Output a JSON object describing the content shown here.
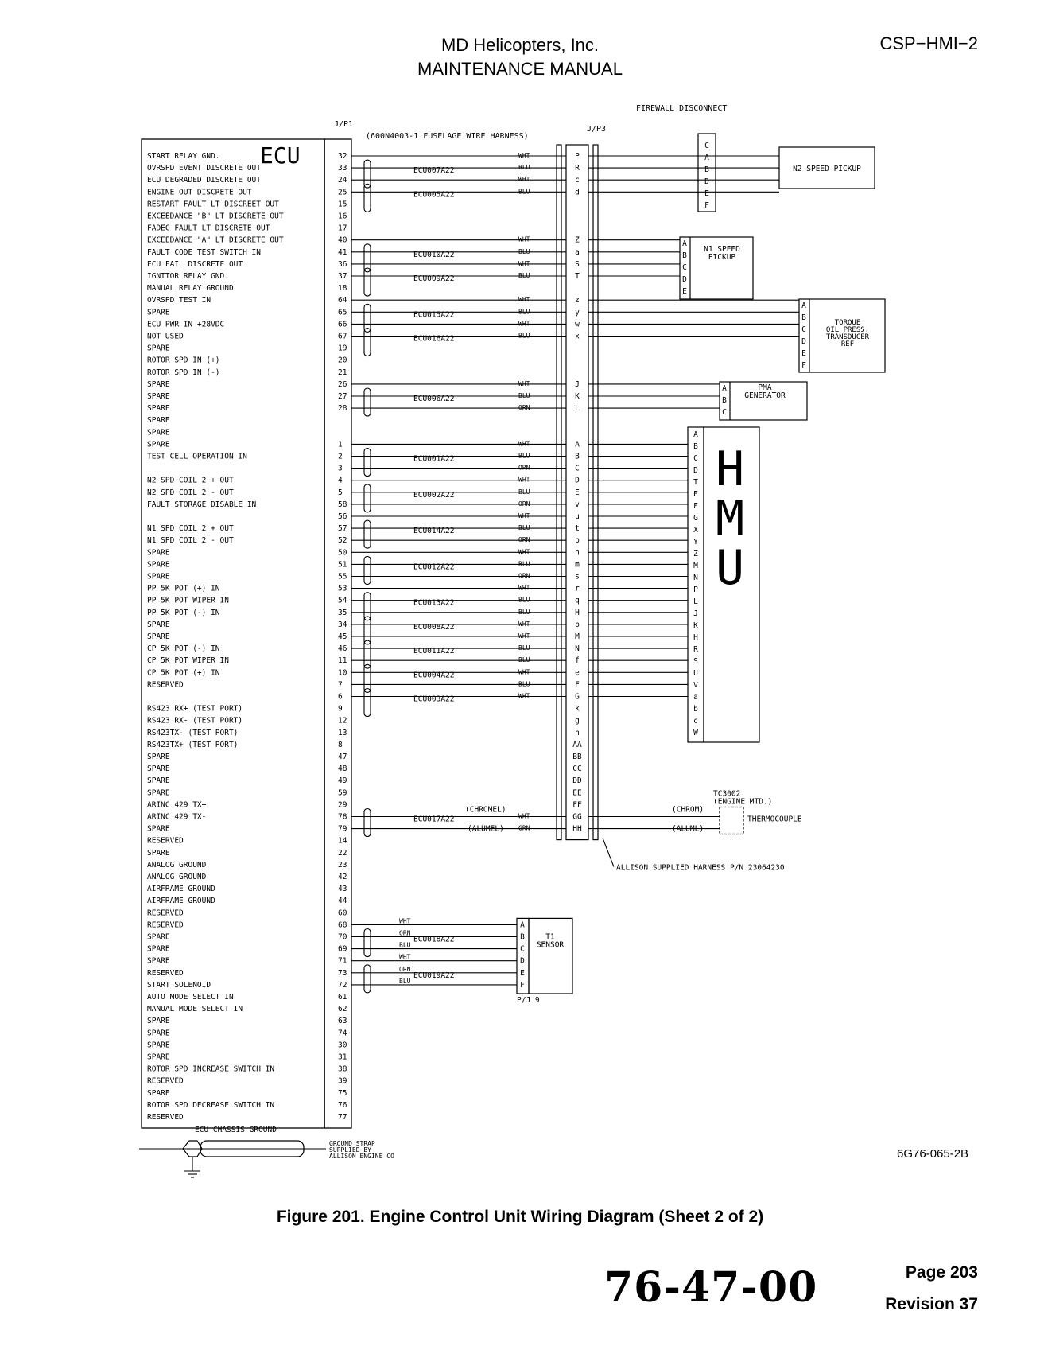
{
  "header": {
    "company": "MD Helicopters, Inc.",
    "manual": "MAINTENANCE MANUAL",
    "doc_id": "CSP−HMI−2"
  },
  "diagram": {
    "figure_id": "6G76-065-2B",
    "ecu_label": "ECU",
    "jp1_label": "J/P1",
    "harness_label": "(600N4003-1 FUSELAGE WIRE HARNESS)",
    "jp3_label": "J/P3",
    "firewall_label": "FIREWALL DISCONNECT",
    "allison_label": "ALLISON SUPPLIED HARNESS P/N 23064230",
    "ground_strap_label": "GROUND STRAP SUPPLIED BY ALLISON ENGINE CO",
    "chassis_ground": "ECU CHASSIS GROUND",
    "pj9_label": "P/J 9",
    "hmu_label": "HMU",
    "tc_label": "TC3002 (ENGINE MTD.)",
    "thermocouple_label": "THERMOCOUPLE",
    "chrom_label": "(CHROM)",
    "alum_label": "(ALUML)",
    "chromel_label": "(CHROMEL)",
    "alumel_label": "(ALUMEL)",
    "ecu_rows": [
      {
        "label": "START RELAY GND.",
        "pin": "32"
      },
      {
        "label": "OVRSPD EVENT DISCRETE OUT",
        "pin": "33"
      },
      {
        "label": "ECU DEGRADED DISCRETE OUT",
        "pin": "24"
      },
      {
        "label": "ENGINE OUT DISCRETE OUT",
        "pin": "25"
      },
      {
        "label": "RESTART FAULT LT DISCREET OUT",
        "pin": "15"
      },
      {
        "label": "EXCEEDANCE \"B\" LT DISCRETE OUT",
        "pin": "16"
      },
      {
        "label": "FADEC FAULT LT DISCRETE OUT",
        "pin": "17"
      },
      {
        "label": "EXCEEDANCE \"A\" LT DISCRETE OUT",
        "pin": "40"
      },
      {
        "label": "FAULT CODE TEST SWITCH IN",
        "pin": "41"
      },
      {
        "label": "ECU FAIL DISCRETE OUT",
        "pin": "36"
      },
      {
        "label": "IGNITOR RELAY GND.",
        "pin": "37"
      },
      {
        "label": "MANUAL RELAY GROUND",
        "pin": "18"
      },
      {
        "label": "OVRSPD TEST IN",
        "pin": "64"
      },
      {
        "label": "SPARE",
        "pin": "65"
      },
      {
        "label": "ECU PWR IN +28VDC",
        "pin": "66"
      },
      {
        "label": "NOT USED",
        "pin": "67"
      },
      {
        "label": "SPARE",
        "pin": "19"
      },
      {
        "label": "ROTOR SPD IN (+)",
        "pin": "20"
      },
      {
        "label": "ROTOR SPD IN (-)",
        "pin": "21"
      },
      {
        "label": "SPARE",
        "pin": "26"
      },
      {
        "label": "SPARE",
        "pin": "27"
      },
      {
        "label": "SPARE",
        "pin": "28"
      },
      {
        "label": "SPARE",
        "pin": ""
      },
      {
        "label": "SPARE",
        "pin": ""
      },
      {
        "label": "SPARE",
        "pin": "1"
      },
      {
        "label": "TEST CELL OPERATION IN",
        "pin": "2"
      },
      {
        "label": "",
        "pin": "3"
      },
      {
        "label": "N2 SPD COIL 2 + OUT",
        "pin": "4"
      },
      {
        "label": "N2 SPD COIL 2 - OUT",
        "pin": "5"
      },
      {
        "label": "FAULT STORAGE DISABLE IN",
        "pin": "58"
      },
      {
        "label": "",
        "pin": "56"
      },
      {
        "label": "N1 SPD COIL 2 + OUT",
        "pin": "57"
      },
      {
        "label": "N1 SPD COIL 2 - OUT",
        "pin": "52"
      },
      {
        "label": "SPARE",
        "pin": "50"
      },
      {
        "label": "SPARE",
        "pin": "51"
      },
      {
        "label": "SPARE",
        "pin": "55"
      },
      {
        "label": "PP 5K POT (+) IN",
        "pin": "53"
      },
      {
        "label": "PP 5K POT WIPER IN",
        "pin": "54"
      },
      {
        "label": "PP 5K POT (-) IN",
        "pin": "35"
      },
      {
        "label": "SPARE",
        "pin": "34"
      },
      {
        "label": "SPARE",
        "pin": "45"
      },
      {
        "label": "CP 5K POT (-) IN",
        "pin": "46"
      },
      {
        "label": "CP 5K POT WIPER IN",
        "pin": "11"
      },
      {
        "label": "CP 5K POT (+) IN",
        "pin": "10"
      },
      {
        "label": "RESERVED",
        "pin": "7"
      },
      {
        "label": "",
        "pin": "6"
      },
      {
        "label": "RS423 RX+ (TEST PORT)",
        "pin": "9"
      },
      {
        "label": "RS423 RX- (TEST PORT)",
        "pin": "12"
      },
      {
        "label": "RS423TX- (TEST PORT)",
        "pin": "13"
      },
      {
        "label": "RS423TX+ (TEST PORT)",
        "pin": "8"
      },
      {
        "label": "SPARE",
        "pin": "47"
      },
      {
        "label": "SPARE",
        "pin": "48"
      },
      {
        "label": "SPARE",
        "pin": "49"
      },
      {
        "label": "SPARE",
        "pin": "59"
      },
      {
        "label": "ARINC 429 TX+",
        "pin": "29"
      },
      {
        "label": "ARINC 429 TX-",
        "pin": "78"
      },
      {
        "label": "SPARE",
        "pin": "79"
      },
      {
        "label": "RESERVED",
        "pin": "14"
      },
      {
        "label": "SPARE",
        "pin": "22"
      },
      {
        "label": "ANALOG GROUND",
        "pin": "23"
      },
      {
        "label": "ANALOG GROUND",
        "pin": "42"
      },
      {
        "label": "AIRFRAME GROUND",
        "pin": "43"
      },
      {
        "label": "AIRFRAME GROUND",
        "pin": "44"
      },
      {
        "label": "RESERVED",
        "pin": "60"
      },
      {
        "label": "RESERVED",
        "pin": "68"
      },
      {
        "label": "SPARE",
        "pin": "70"
      },
      {
        "label": "SPARE",
        "pin": "69"
      },
      {
        "label": "SPARE",
        "pin": "71"
      },
      {
        "label": "RESERVED",
        "pin": "73"
      },
      {
        "label": "START SOLENOID",
        "pin": "72"
      },
      {
        "label": "AUTO MODE SELECT IN",
        "pin": "61"
      },
      {
        "label": "MANUAL MODE SELECT IN",
        "pin": "62"
      },
      {
        "label": "SPARE",
        "pin": "63"
      },
      {
        "label": "SPARE",
        "pin": "74"
      },
      {
        "label": "SPARE",
        "pin": "30"
      },
      {
        "label": "SPARE",
        "pin": "31"
      },
      {
        "label": "ROTOR SPD INCREASE SWITCH IN",
        "pin": "38"
      },
      {
        "label": "RESERVED",
        "pin": "39"
      },
      {
        "label": "SPARE",
        "pin": "75"
      },
      {
        "label": "ROTOR SPD DECREASE SWITCH IN",
        "pin": "76"
      },
      {
        "label": "RESERVED",
        "pin": "77"
      }
    ],
    "cables": [
      {
        "id": "ECU007A22",
        "row": 1
      },
      {
        "id": "ECU005A22",
        "row": 3
      },
      {
        "id": "ECU010A22",
        "row": 8
      },
      {
        "id": "ECU009A22",
        "row": 10
      },
      {
        "id": "ECU015A22",
        "row": 13
      },
      {
        "id": "ECU016A22",
        "row": 15
      },
      {
        "id": "ECU006A22",
        "row": 20
      },
      {
        "id": "ECU001A22",
        "row": 25
      },
      {
        "id": "ECU002A22",
        "row": 28
      },
      {
        "id": "ECU014A22",
        "row": 31
      },
      {
        "id": "ECU012A22",
        "row": 34
      },
      {
        "id": "ECU013A22",
        "row": 37
      },
      {
        "id": "ECU008A22",
        "row": 39
      },
      {
        "id": "ECU011A22",
        "row": 41
      },
      {
        "id": "ECU004A22",
        "row": 43
      },
      {
        "id": "ECU003A22",
        "row": 45
      },
      {
        "id": "ECU017A22",
        "row": 55
      },
      {
        "id": "ECU018A22",
        "row": 65
      },
      {
        "id": "ECU019A22",
        "row": 68
      }
    ],
    "jp3_pins": [
      "P",
      "R",
      "c",
      "d",
      "",
      "",
      "",
      "Z",
      "a",
      "S",
      "T",
      "",
      "z",
      "y",
      "w",
      "x",
      "",
      "",
      "",
      "J",
      "K",
      "L",
      "",
      "",
      "A",
      "B",
      "C",
      "D",
      "E",
      "v",
      "u",
      "t",
      "p",
      "n",
      "m",
      "s",
      "r",
      "q",
      "H",
      "b",
      "M",
      "N",
      "f",
      "e",
      "F",
      "G",
      "k",
      "g",
      "h",
      "AA",
      "BB",
      "CC",
      "DD",
      "EE",
      "FF",
      "GG",
      "HH"
    ],
    "wire_colors": [
      "WHT",
      "BLU",
      "WHT",
      "BLU",
      "",
      "",
      "",
      "WHT",
      "BLU",
      "WHT",
      "BLU",
      "",
      "WHT",
      "BLU",
      "WHT",
      "BLU",
      "",
      "",
      "",
      "WHT",
      "BLU",
      "ORN",
      "",
      "",
      "WHT",
      "BLU",
      "ORN",
      "WHT",
      "BLU",
      "ORN",
      "WHT",
      "BLU",
      "ORN",
      "WHT",
      "BLU",
      "ORN",
      "WHT",
      "BLU",
      "BLU",
      "WHT",
      "WHT",
      "BLU",
      "BLU",
      "WHT",
      "BLU",
      "WHT"
    ],
    "tc_colors": [
      "WHT",
      "GRN"
    ],
    "t1_colors": [
      "WHT",
      "ORN",
      "BLU",
      "WHT",
      "ORN",
      "BLU"
    ],
    "n2_box": {
      "title": "N2 SPEED PICKUP",
      "pins": [
        "C",
        "A",
        "B",
        "D",
        "E",
        "F"
      ]
    },
    "n1_box": {
      "title": "N1 SPEED PICKUP",
      "pins": [
        "A",
        "B",
        "C",
        "D",
        "E"
      ]
    },
    "torque_box": {
      "title": "TORQUE OIL PRESS. TRANSDUCER REF",
      "pins": [
        "A",
        "B",
        "C",
        "D",
        "E",
        "F"
      ]
    },
    "pma_box": {
      "title": "PMA GENERATOR",
      "pins": [
        "A",
        "B",
        "C"
      ]
    },
    "hmu_pins": [
      "A",
      "B",
      "C",
      "D",
      "T",
      "E",
      "F",
      "G",
      "X",
      "Y",
      "Z",
      "M",
      "N",
      "P",
      "L",
      "J",
      "K",
      "H",
      "R",
      "S",
      "U",
      "V",
      "a",
      "b",
      "c",
      "W"
    ],
    "t1_box": {
      "title": "T1 SENSOR",
      "pins": [
        "A",
        "B",
        "C",
        "D",
        "E",
        "F"
      ]
    }
  },
  "caption": "Figure 201.  Engine Control Unit Wiring Diagram (Sheet 2 of 2)",
  "footer": {
    "code": "76-47-00",
    "page": "Page 203",
    "revision": "Revision 37"
  }
}
